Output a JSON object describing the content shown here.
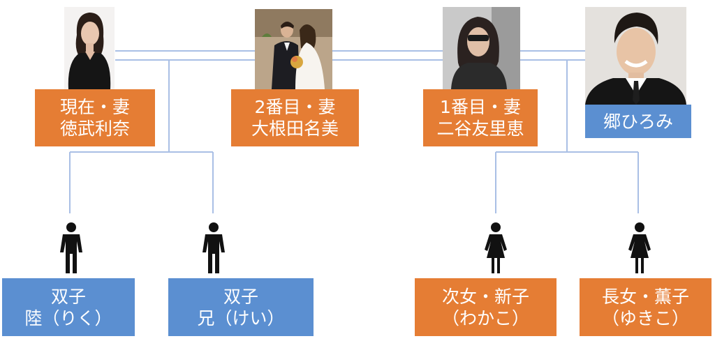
{
  "colors": {
    "orange": "#e57d34",
    "blue": "#5b8fd1",
    "line": "#a9bfe5",
    "text": "#ffffff",
    "figure": "#111111"
  },
  "persons": {
    "current_wife": {
      "line1": "現在・妻",
      "line2": "徳武利奈"
    },
    "second_wife": {
      "line1": "2番目・妻",
      "line2": "大根田名美"
    },
    "first_wife": {
      "line1": "1番目・妻",
      "line2": "二谷友里恵"
    },
    "husband": {
      "line1": "郷ひろみ"
    }
  },
  "children": {
    "twin_riku": {
      "line1": "双子",
      "line2": "陸（りく）"
    },
    "twin_kei": {
      "line1": "双子",
      "line2": "兄（けい）"
    },
    "second_daughter": {
      "line1": "次女・新子",
      "line2": "（わかこ）"
    },
    "eldest_daughter": {
      "line1": "長女・薫子",
      "line2": "（ゆきこ）"
    }
  },
  "icons": {
    "twin_riku": "male-figure-icon",
    "twin_kei": "male-figure-icon",
    "second_daughter": "female-figure-icon",
    "eldest_daughter": "female-figure-icon"
  }
}
